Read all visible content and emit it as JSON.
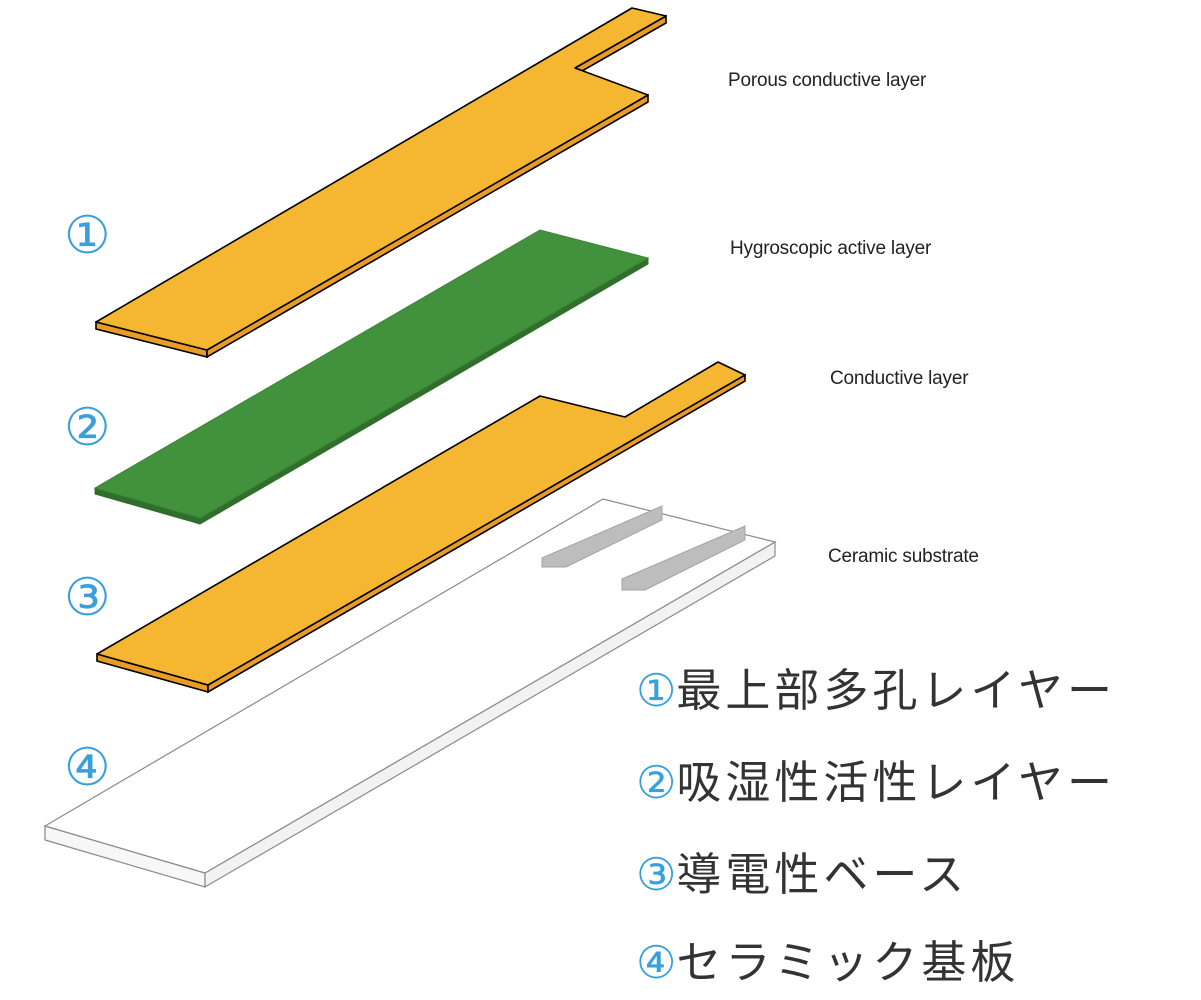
{
  "layers": [
    {
      "english_label": "Porous conductive layer",
      "number": "①",
      "color": "#f5b631"
    },
    {
      "english_label": "Hygroscopic active layer",
      "number": "②",
      "color": "#42913c"
    },
    {
      "english_label": "Conductive layer",
      "number": "③",
      "color": "#f5b631"
    },
    {
      "english_label": "Ceramic substrate",
      "number": "④",
      "color": "#ffffff"
    }
  ],
  "legend": [
    {
      "number": "①",
      "text": "最上部多孔レイヤー"
    },
    {
      "number": "②",
      "text": "吸湿性活性レイヤー"
    },
    {
      "number": "③",
      "text": "導電性ベース"
    },
    {
      "number": "④",
      "text": "セラミック基板"
    }
  ],
  "colors": {
    "number_accent": "#3a9fdd",
    "conductive_top": "#f5b631",
    "conductive_side": "#e89c26",
    "hygroscopic_top": "#42913c",
    "hygroscopic_side": "#2f6e2b",
    "electrode_pad": "#bdbdbd",
    "outline": "#000000"
  }
}
